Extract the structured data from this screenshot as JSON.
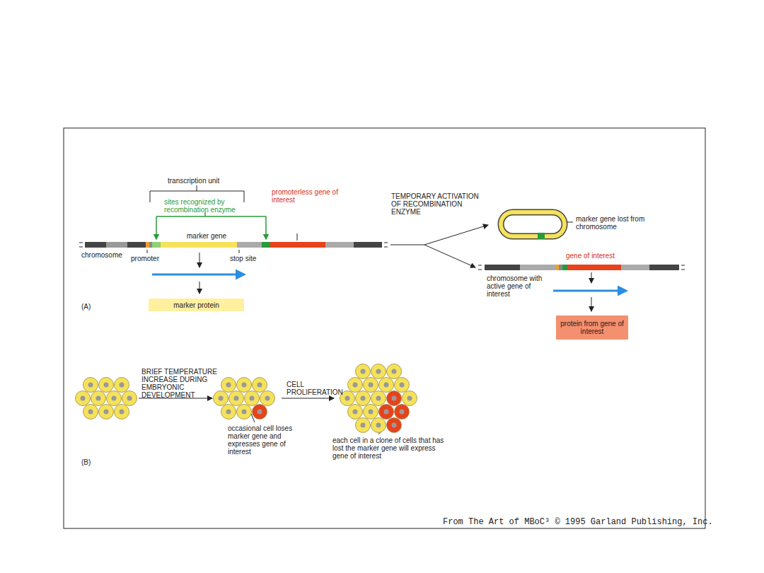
{
  "diagram": {
    "nodes": [
      {
        "text": [
          "marker protein"
        ]
      },
      {
        "text": [
          "protein from gene of interest"
        ]
      }
    ],
    "labels": [
      "transcription unit",
      "promoterless gene of interest",
      "sites recognized by recombination enzyme",
      "marker gene",
      "chromosome",
      "promoter",
      "stop site",
      "(A)",
      "TEMPORARY ACTIVATION OF RECOMBINATION ENZYME",
      "marker gene lost from chromosome",
      "gene of interest",
      "chromosome with active gene of interest",
      "BRIEF TEMPERATURE INCREASE DURING EMBRYONIC DEVELOPMENT",
      "CELL PROLIFERATION",
      "occasional cell loses marker gene and expresses gene of interest",
      "each cell in a clone of cells that has lost the marker gene will express gene of interest",
      "(B)",
      "From The Art of MBoC³ © 1995 Garland Publishing, Inc."
    ]
  }
}
